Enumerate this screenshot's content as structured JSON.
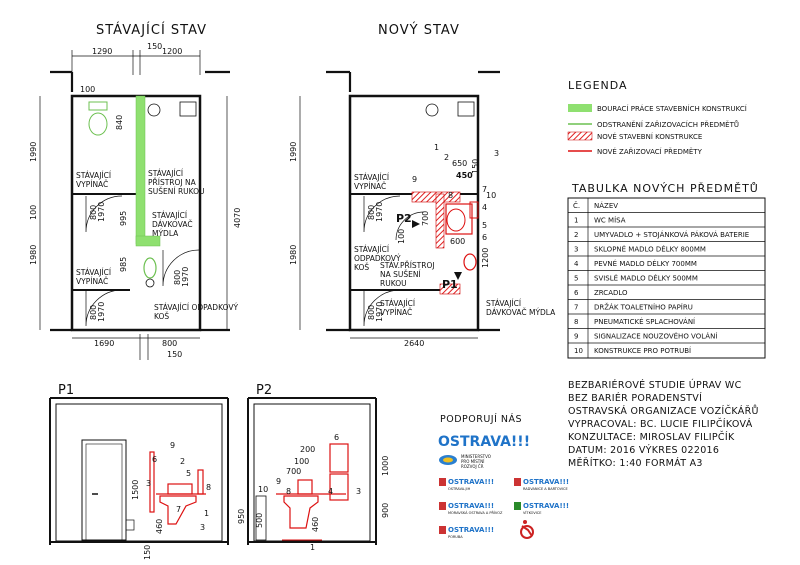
{
  "headers": {
    "existing": "STÁVAJÍCÍ STAV",
    "new": "NOVÝ STAV",
    "p1": "P1",
    "p2": "P2"
  },
  "existing_plan": {
    "dims_top": [
      "1290",
      "150",
      "1200"
    ],
    "dim_100_tl": "100",
    "dim_840": "840",
    "dim_1990": "1990",
    "dim_4070": "4070",
    "dim_1980": "1980",
    "dim_100_left": "100",
    "dim_800a": "800",
    "dim_1970a": "1970",
    "dim_995": "995",
    "dim_985": "985",
    "dim_800b": "800",
    "dim_1970b": "1970",
    "dim_800c": "800",
    "dim_1970c": "1970",
    "dims_bottom": [
      "1690",
      "800"
    ],
    "dim_150_bottom": "150",
    "lbl_switch1": [
      "STÁVAJÍCÍ",
      "VYPÍNAČ"
    ],
    "lbl_dryer": [
      "STÁVAJÍCÍ",
      "PŘÍSTROJ NA",
      "SUŠENÍ RUKOU"
    ],
    "lbl_soap": [
      "STÁVAJÍCÍ",
      "DÁVKOVAČ",
      "MÝDLA"
    ],
    "lbl_switch2": [
      "STÁVAJÍCÍ",
      "VYPÍNAČ"
    ],
    "lbl_bin": [
      "STÁVAJÍCÍ ODPADKOVÝ",
      "KOŠ"
    ]
  },
  "new_plan": {
    "dim_1990": "1990",
    "dim_1980": "1980",
    "dim_650": "650",
    "dim_450": "450",
    "dim_150": "150",
    "dim_700": "700",
    "dim_100": "100",
    "dim_600": "600",
    "dim_1200": "1200",
    "dim_2640": "2640",
    "dim_800a": "800",
    "dim_1970a": "1970",
    "dim_800b": "800",
    "dim_1970b": "1970",
    "nums": [
      "1",
      "2",
      "3",
      "4",
      "5",
      "6",
      "7",
      "8",
      "9",
      "10"
    ],
    "p1": "P1",
    "p2": "P2",
    "lbl_switch1": [
      "STÁVAJÍCÍ",
      "VYPÍNAČ"
    ],
    "lbl_bin": [
      "STÁVAJÍCÍ",
      "ODPADKOVÝ",
      "KOŠ"
    ],
    "lbl_dryer": [
      "STÁV.PŘÍSTROJ",
      "NA SUŠENÍ",
      "RUKOU"
    ],
    "lbl_switch2": [
      "STÁVAJÍCÍ",
      "VYPÍNAČ"
    ],
    "lbl_soap": [
      "STÁVAJÍCÍ",
      "DÁVKOVAČ MÝDLA"
    ]
  },
  "legend": {
    "title": "LEGENDA",
    "items": [
      {
        "text": "BOURACÍ PRÁCE STAVEBNÍCH KONSTRUKCÍ",
        "kind": "green-fill",
        "color": "#8fe070"
      },
      {
        "text": "ODSTRANĚNÍ ZAŘIZOVACÍCH PŘEDMĚTŮ",
        "kind": "green-line",
        "color": "#6cc050"
      },
      {
        "text": "NOVÉ STAVEBNÍ KONSTRUKCE",
        "kind": "red-hatch",
        "color": "#e64040"
      },
      {
        "text": "NOVÉ ZAŘIZOVACÍ PŘEDMĚTY",
        "kind": "red-line",
        "color": "#d11111"
      }
    ]
  },
  "table": {
    "title": "TABULKA NOVÝCH PŘEDMĚTŮ",
    "header": [
      "Č.",
      "NÁZEV"
    ],
    "rows": [
      [
        "1",
        "WC MÍSA"
      ],
      [
        "2",
        "UMYVADLO + STOJÁNKOVÁ PÁKOVÁ BATERIE"
      ],
      [
        "3",
        "SKLOPNÉ MADLO DÉLKY 800MM"
      ],
      [
        "4",
        "PEVNÉ MADLO DÉLKY 700MM"
      ],
      [
        "5",
        "SVISLÉ MADLO DÉLKY 500MM"
      ],
      [
        "6",
        "ZRCADLO"
      ],
      [
        "7",
        "DRŽÁK TOALETNÍHO PAPÍRU"
      ],
      [
        "8",
        "PNEUMATICKÉ SPLACHOVÁNÍ"
      ],
      [
        "9",
        "SIGNALIZACE NOUZOVÉHO VOLÁNÍ"
      ],
      [
        "10",
        "KONSTRUKCE PRO POTRUBÍ"
      ]
    ]
  },
  "info": {
    "lines": [
      "BEZBARIÉROVÉ STUDIE ÚPRAV WC",
      "BEZ BARIÉR PORADENSTVÍ",
      "OSTRAVSKÁ ORGANIZACE VOZÍČKÁŘŮ",
      "VYPRACOVAL: BC. LUCIE FILIPČÍKOVÁ",
      "KONZULTACE: MIROSLAV FILIPČÍK",
      "DATUM: 2016   VÝKRES 022016",
      "MĚŘÍTKO: 1:40 FORMÁT A3"
    ]
  },
  "sponsors": {
    "title": "PODPORUJÍ NÁS",
    "main_logo": "OSTRAVA!!!",
    "ministry": [
      "MINISTERSTVO",
      "PRO MÍSTNÍ",
      "ROZVOJ ČR"
    ],
    "logos": [
      {
        "name": "OSTRAVA!!!",
        "sub": "OSTRAVA-JIH"
      },
      {
        "name": "OSTRAVA!!!",
        "sub": "RADVANICE A BARTOVICE"
      },
      {
        "name": "OSTRAVA!!!",
        "sub": "MORAVSKÁ OSTRAVA A PŘÍVOZ"
      },
      {
        "name": "OSTRAVA!!!",
        "sub": "VÍTKOVICE"
      },
      {
        "name": "OSTRAVA!!!",
        "sub": "PORUBA"
      }
    ]
  },
  "elevation_p1": {
    "dim_1500": "1500",
    "dim_460": "460",
    "dim_150": "150",
    "nums": [
      "9",
      "6",
      "2",
      "5",
      "3",
      "7",
      "8",
      "1",
      "3"
    ]
  },
  "elevation_p2": {
    "dim_200": "200",
    "dim_100": "100",
    "dim_700": "700",
    "dim_1000": "1000",
    "dim_900": "900",
    "dim_950": "950",
    "dim_500": "500",
    "dim_460": "460",
    "nums": [
      "6",
      "9",
      "8",
      "4",
      "3",
      "1",
      "10"
    ]
  }
}
